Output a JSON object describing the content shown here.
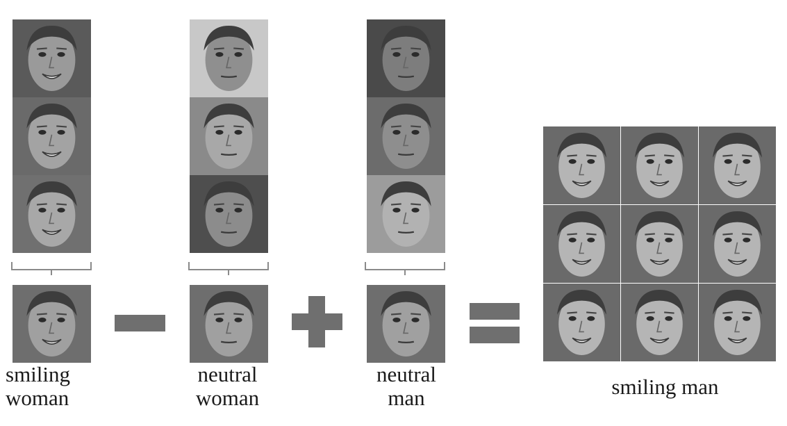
{
  "groups": [
    {
      "name_line1": "smiling",
      "name_line2": "woman"
    },
    {
      "name_line1": "neutral",
      "name_line2": "woman"
    },
    {
      "name_line1": "neutral",
      "name_line2": "man"
    }
  ],
  "result": {
    "label": "smiling man"
  },
  "operators": {
    "minus": "minus",
    "plus": "plus",
    "equals": "equals"
  },
  "colors": {
    "operator": "#6f6f6f",
    "bracket": "#8a8a8a",
    "text": "#1a1a1a"
  },
  "face_images": {
    "stack_count_per_group": 3,
    "result_grid": "3x3"
  }
}
